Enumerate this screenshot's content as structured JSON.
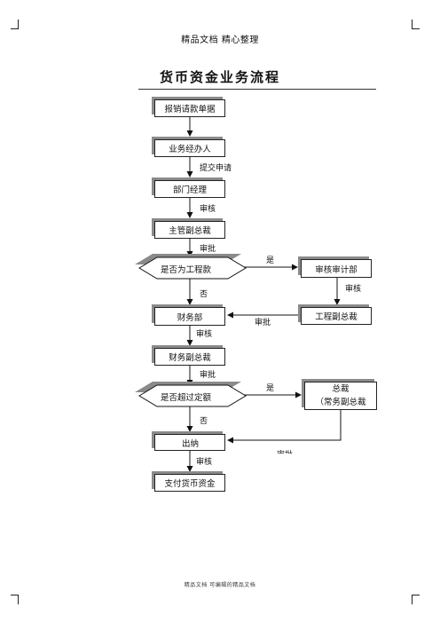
{
  "header": "精品文档 精心整理",
  "title": "货币资金业务流程",
  "footer": "精品文档 可编辑的精品文档",
  "nodes": {
    "submit_request": "报销请款单据",
    "business_handler": "业务经办人",
    "dept_manager": "部门经理",
    "supervising_vp": "主管副总裁",
    "is_project_payment": "是否为工程款",
    "audit_dept": "审核审计部",
    "project_vp": "工程副总裁",
    "finance_dept": "财务部",
    "finance_vp": "财务副总裁",
    "exceeds_limit": "是否超过定额",
    "president_line1": "总裁",
    "president_line2": "（常务副总裁",
    "cashier": "出纳",
    "pay_funds": "支付货币资金"
  },
  "edges": {
    "submit_application": "提交申请",
    "review_dept": "审核",
    "approve_vp": "审批",
    "yes_project": "是",
    "no_project": "否",
    "review_audit": "审核",
    "approve_project_vp": "审批",
    "review_finance": "审核",
    "approve_finance_vp": "审批",
    "yes_limit": "是",
    "no_limit": "否",
    "approve_president": "审批",
    "review_cashier": "审核"
  }
}
